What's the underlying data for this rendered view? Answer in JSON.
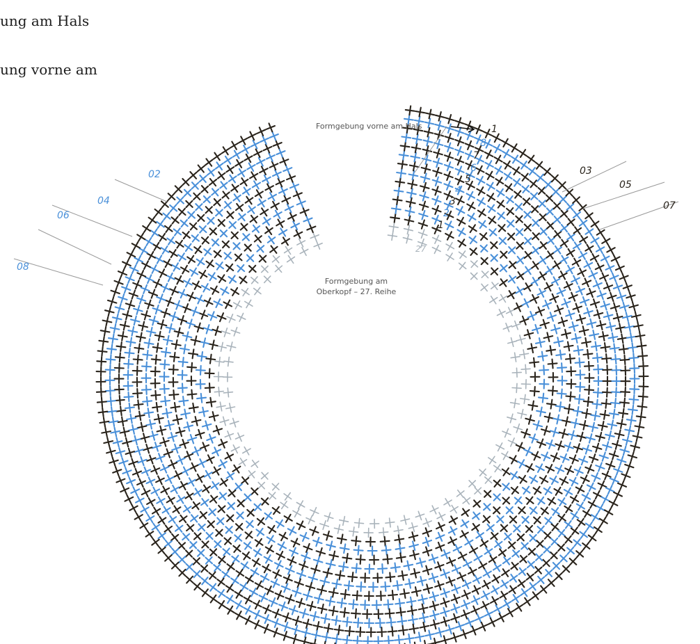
{
  "labels": {
    "cutoff_top_1": "ung am Hals",
    "cutoff_top_2": "ung vorne am",
    "front_neck": "Formgebung vorne am Hals",
    "top_head_line1": "Formgebung am",
    "top_head_line2": "Oberkopf – 27. Reihe"
  },
  "diagram": {
    "colors": {
      "blue": "#4a90d9",
      "black": "#2a241c",
      "grey": "#a9b3bb",
      "pointer": "#999999"
    },
    "row_label_final": "27",
    "left_markers": [
      "02",
      "04",
      "06",
      "08"
    ],
    "right_markers": [
      "1",
      "8",
      "7",
      "6",
      "5",
      "4",
      "3",
      "2",
      "1",
      "03",
      "05",
      "07"
    ]
  }
}
